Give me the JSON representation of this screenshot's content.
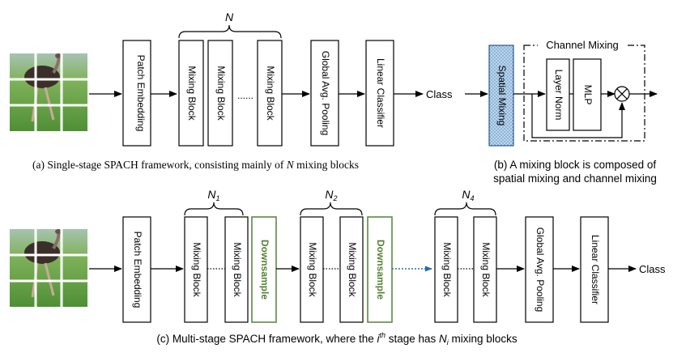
{
  "part_a": {
    "patch_embedding": "Patch Embedding",
    "mixing_block": "Mixing Block",
    "ellipsis": "......",
    "repeat_label": "N",
    "pooling": "Global Avg. Pooling",
    "classifier": "Linear Classifier",
    "output": "Class",
    "caption_pre": "(a) Single-stage SPACH framework, consisting mainly of ",
    "caption_var": "N",
    "caption_post": " mixing blocks"
  },
  "part_b": {
    "spatial_mixing": "Spatial Mixing",
    "channel_mixing": "Channel Mixing",
    "layer_norm": "Layer Norm",
    "mlp": "MLP",
    "caption_line1": "(b) A mixing block is composed of",
    "caption_line2": "spatial mixing and channel mixing"
  },
  "part_c": {
    "patch_embedding": "Patch Embedding",
    "mixing_block": "Mixing Block",
    "downsample": "Downsample",
    "stage_labels": [
      {
        "base": "N",
        "sub": "1"
      },
      {
        "base": "N",
        "sub": "2"
      },
      {
        "base": "N",
        "sub": "4"
      }
    ],
    "pooling": "Global Avg. Pooling",
    "classifier": "Linear Classifier",
    "output": "Class",
    "caption_pre": "(c) Multi-stage SPACH framework, where the ",
    "caption_i": "i",
    "caption_th": "th",
    "caption_mid": " stage has ",
    "caption_n": "N",
    "caption_ni": "i",
    "caption_post": " mixing blocks"
  },
  "colors": {
    "stroke": "#000000",
    "downsample": "#548235",
    "spatial_fill": "#bdd7ee",
    "spatial_border": "#2e5c8a",
    "grass": "#6fa64a",
    "sky": "#d7e4ea"
  },
  "icons": {
    "multiply": "circled-x-icon"
  }
}
